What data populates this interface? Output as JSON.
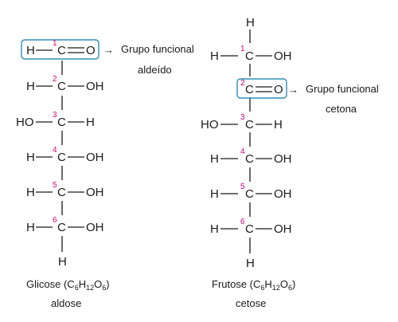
{
  "glucose": {
    "rows": [
      {
        "number": "1",
        "left": "H",
        "right": "O",
        "carbonyl": true
      },
      {
        "number": "2",
        "left": "H",
        "right": "OH"
      },
      {
        "number": "3",
        "left": "HO",
        "right": "H"
      },
      {
        "number": "4",
        "left": "H",
        "right": "OH"
      },
      {
        "number": "5",
        "left": "H",
        "right": "OH"
      },
      {
        "number": "6",
        "left": "H",
        "right": "OH"
      }
    ],
    "bottom_atom": "H",
    "group_line1": "Grupo funcional",
    "group_line2": "aldeído",
    "name": "Glicose (C",
    "sub1": "6",
    "mid1": "H",
    "sub2": "12",
    "mid2": "O",
    "sub3": "6",
    "close": ")",
    "class_name": "aldose"
  },
  "fructose": {
    "top_atom": "H",
    "rows": [
      {
        "number": "1",
        "left": "H",
        "right": "OH"
      },
      {
        "number": "2",
        "left": "",
        "right": "O",
        "carbonyl": true
      },
      {
        "number": "3",
        "left": "HO",
        "right": "H"
      },
      {
        "number": "4",
        "left": "H",
        "right": "OH"
      },
      {
        "number": "5",
        "left": "H",
        "right": "OH"
      },
      {
        "number": "6",
        "left": "H",
        "right": "OH"
      }
    ],
    "bottom_atom": "H",
    "group_line1": "Grupo funcional",
    "group_line2": "cetona",
    "name": "Frutose (C",
    "sub1": "6",
    "mid1": "H",
    "sub2": "12",
    "mid2": "O",
    "sub3": "6",
    "close": ")",
    "class_name": "cetose"
  },
  "colors": {
    "highlight_box": "#2e8fb8",
    "carbon_number": "#d6007e"
  },
  "arrow_glyph": "→",
  "carbon_symbol": "C"
}
